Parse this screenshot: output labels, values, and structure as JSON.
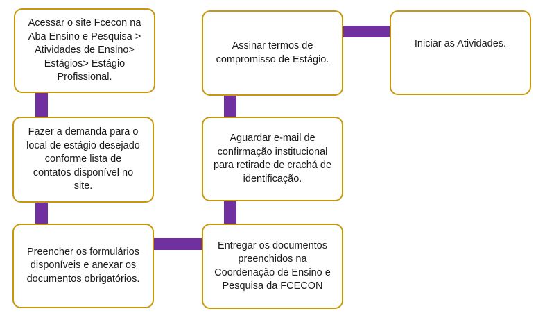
{
  "colors": {
    "border": "#C9970C",
    "connector": "#7030A0"
  },
  "steps": [
    {
      "text": "Acessar o site Fcecon na\nAba Ensino e Pesquisa >\nAtividades de Ensino>\nEstágios> Estágio\nProfissional."
    },
    {
      "text": "Fazer a demanda para o\nlocal de estágio desejado\nconforme lista de\ncontatos disponível no\nsite."
    },
    {
      "text": "Preencher os formulários\ndisponíveis e anexar os\ndocumentos obrigatórios."
    },
    {
      "text": "Entregar os documentos\npreenchidos  na\nCoordenação de Ensino e\nPesquisa da FCECON"
    },
    {
      "text": "Aguardar e-mail de\nconfirmação institucional\npara retirade de crachá de\nidentificação."
    },
    {
      "text": "Assinar termos de\ncompromisso de Estágio."
    },
    {
      "text": "Iniciar as Atividades."
    }
  ]
}
